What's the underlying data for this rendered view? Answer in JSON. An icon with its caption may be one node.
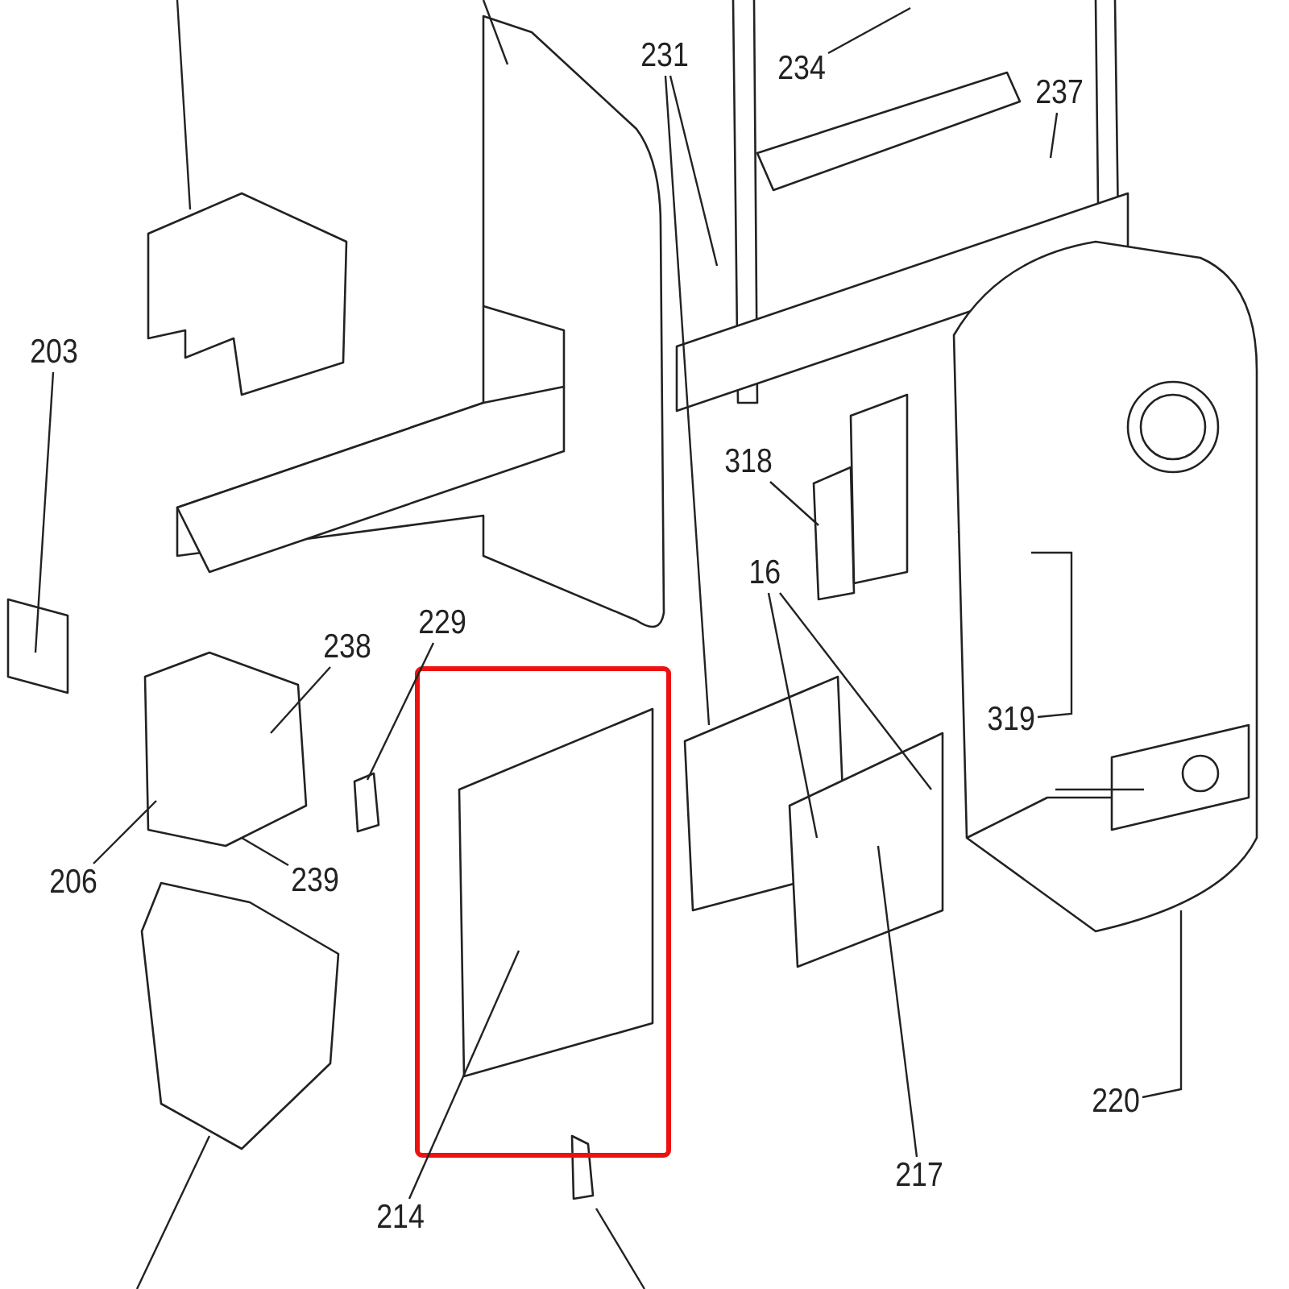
{
  "diagram": {
    "nodes": [
      {
        "text": [
          "203"
        ]
      },
      {
        "text": [
          "238"
        ]
      },
      {
        "text": [
          "229"
        ]
      },
      {
        "text": [
          "206"
        ]
      },
      {
        "text": [
          "239"
        ]
      },
      {
        "text": [
          "214"
        ]
      },
      {
        "text": [
          "231"
        ]
      },
      {
        "text": [
          "234"
        ]
      },
      {
        "text": [
          "237"
        ]
      },
      {
        "text": [
          "318"
        ]
      },
      {
        "text": [
          "16"
        ]
      },
      {
        "text": [
          "319"
        ]
      },
      {
        "text": [
          "220"
        ]
      },
      {
        "text": [
          "217"
        ]
      }
    ],
    "edges": [
      {
        "from": 0,
        "to": null,
        "arrow": "none"
      },
      {
        "from": 1,
        "to": null,
        "arrow": "none"
      },
      {
        "from": 2,
        "to": null,
        "arrow": "none"
      },
      {
        "from": 3,
        "to": null,
        "arrow": "none"
      },
      {
        "from": 4,
        "to": null,
        "arrow": "none"
      },
      {
        "from": 5,
        "to": null,
        "arrow": "none"
      },
      {
        "from": 6,
        "to": null,
        "arrow": "none"
      },
      {
        "from": 6,
        "to": null,
        "arrow": "none"
      },
      {
        "from": 7,
        "to": null,
        "arrow": "none"
      },
      {
        "from": 8,
        "to": null,
        "arrow": "none"
      },
      {
        "from": 9,
        "to": null,
        "arrow": "none"
      },
      {
        "from": 10,
        "to": null,
        "arrow": "none"
      },
      {
        "from": 10,
        "to": null,
        "arrow": "none"
      },
      {
        "from": 11,
        "to": null,
        "arrow": "none"
      },
      {
        "from": 12,
        "to": null,
        "arrow": "none"
      },
      {
        "from": 13,
        "to": null,
        "arrow": "none"
      }
    ]
  }
}
